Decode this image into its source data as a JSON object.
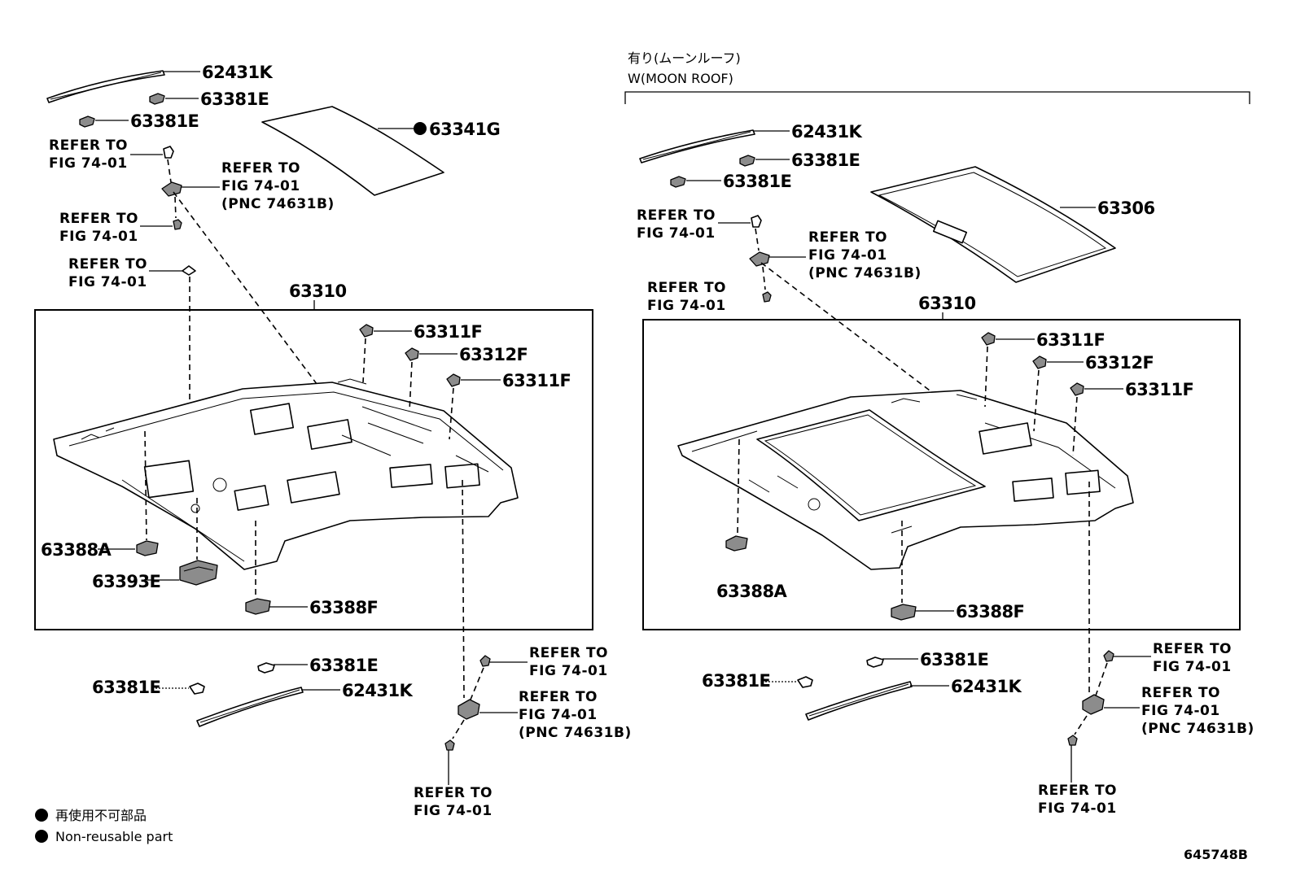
{
  "legend": {
    "line_jp": "再使用不可部品",
    "line_en": "Non-reusable part"
  },
  "figure_id": "645748B",
  "variant_right": {
    "title_jp": "有り(ムーンルーフ)",
    "title_en": "W(MOON ROOF)"
  },
  "left": {
    "p_62431K_top": "62431K",
    "p_63381E_a": "63381E",
    "p_63381E_b": "63381E",
    "p_63341G": "63341G",
    "ref1_l1": "REFER TO",
    "ref1_l2": "FIG 74-01",
    "ref2_l1": "REFER TO",
    "ref2_l2": "FIG 74-01",
    "ref2_l3": "(PNC 74631B)",
    "ref3_l1": "REFER TO",
    "ref3_l2": "FIG 74-01",
    "ref4_l1": "REFER TO",
    "ref4_l2": "FIG 74-01",
    "p_63310": "63310",
    "p_63311F_a": "63311F",
    "p_63312F": "63312F",
    "p_63311F_b": "63311F",
    "p_63388A": "63388A",
    "p_63393E": "63393E",
    "p_63388F": "63388F",
    "p_63381E_c": "63381E",
    "p_63381E_d": "63381E",
    "p_62431K_bot": "62431K",
    "ref5_l1": "REFER TO",
    "ref5_l2": "FIG 74-01",
    "ref6_l1": "REFER TO",
    "ref6_l2": "FIG 74-01",
    "ref6_l3": "(PNC 74631B)",
    "ref7_l1": "REFER TO",
    "ref7_l2": "FIG 74-01"
  },
  "right": {
    "p_62431K_top": "62431K",
    "p_63381E_a": "63381E",
    "p_63381E_b": "63381E",
    "p_63306": "63306",
    "ref1_l1": "REFER TO",
    "ref1_l2": "FIG 74-01",
    "ref2_l1": "REFER TO",
    "ref2_l2": "FIG 74-01",
    "ref2_l3": "(PNC 74631B)",
    "ref3_l1": "REFER TO",
    "ref3_l2": "FIG 74-01",
    "p_63310": "63310",
    "p_63311F_a": "63311F",
    "p_63312F": "63312F",
    "p_63311F_b": "63311F",
    "p_63388A": "63388A",
    "p_63388F": "63388F",
    "p_63381E_c": "63381E",
    "p_63381E_d": "63381E",
    "p_62431K_bot": "62431K",
    "ref5_l1": "REFER TO",
    "ref5_l2": "FIG 74-01",
    "ref6_l1": "REFER TO",
    "ref6_l2": "FIG 74-01",
    "ref6_l3": "(PNC 74631B)",
    "ref7_l1": "REFER TO",
    "ref7_l2": "FIG 74-01"
  }
}
